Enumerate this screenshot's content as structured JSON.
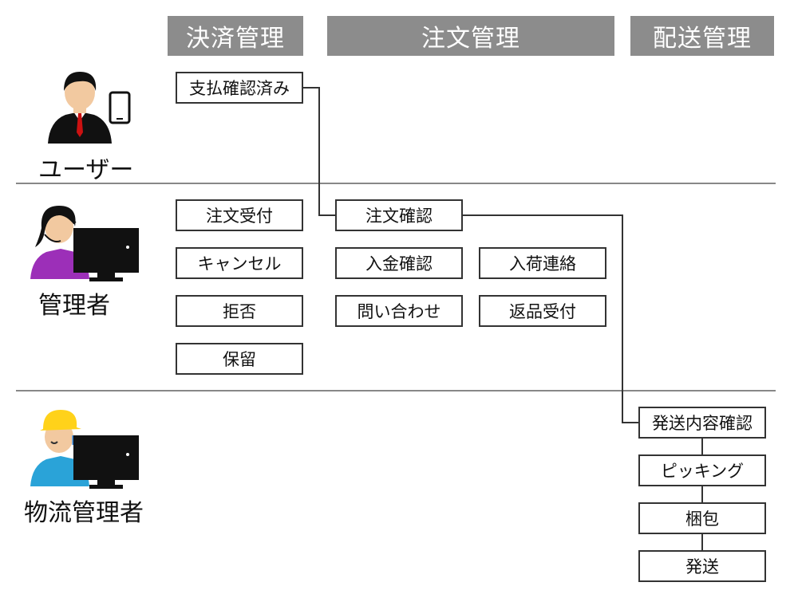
{
  "columns": {
    "payment": "決済管理",
    "order": "注文管理",
    "shipping": "配送管理"
  },
  "roles": {
    "user": "ユーザー",
    "admin": "管理者",
    "logistics": "物流管理者"
  },
  "payment_boxes": {
    "paid": "支払確認済み",
    "accept": "注文受付",
    "cancel": "キャンセル",
    "reject": "拒否",
    "hold": "保留"
  },
  "order_boxes": {
    "confirm": "注文確認",
    "deposit": "入金確認",
    "inquiry": "問い合わせ",
    "arrival": "入荷連絡",
    "return": "返品受付"
  },
  "shipping_boxes": {
    "content_check": "発送内容確認",
    "picking": "ピッキング",
    "packing": "梱包",
    "ship": "発送"
  },
  "colors": {
    "header_bg": "#8c8c8c",
    "box_border": "#333333",
    "divider": "#888888"
  }
}
